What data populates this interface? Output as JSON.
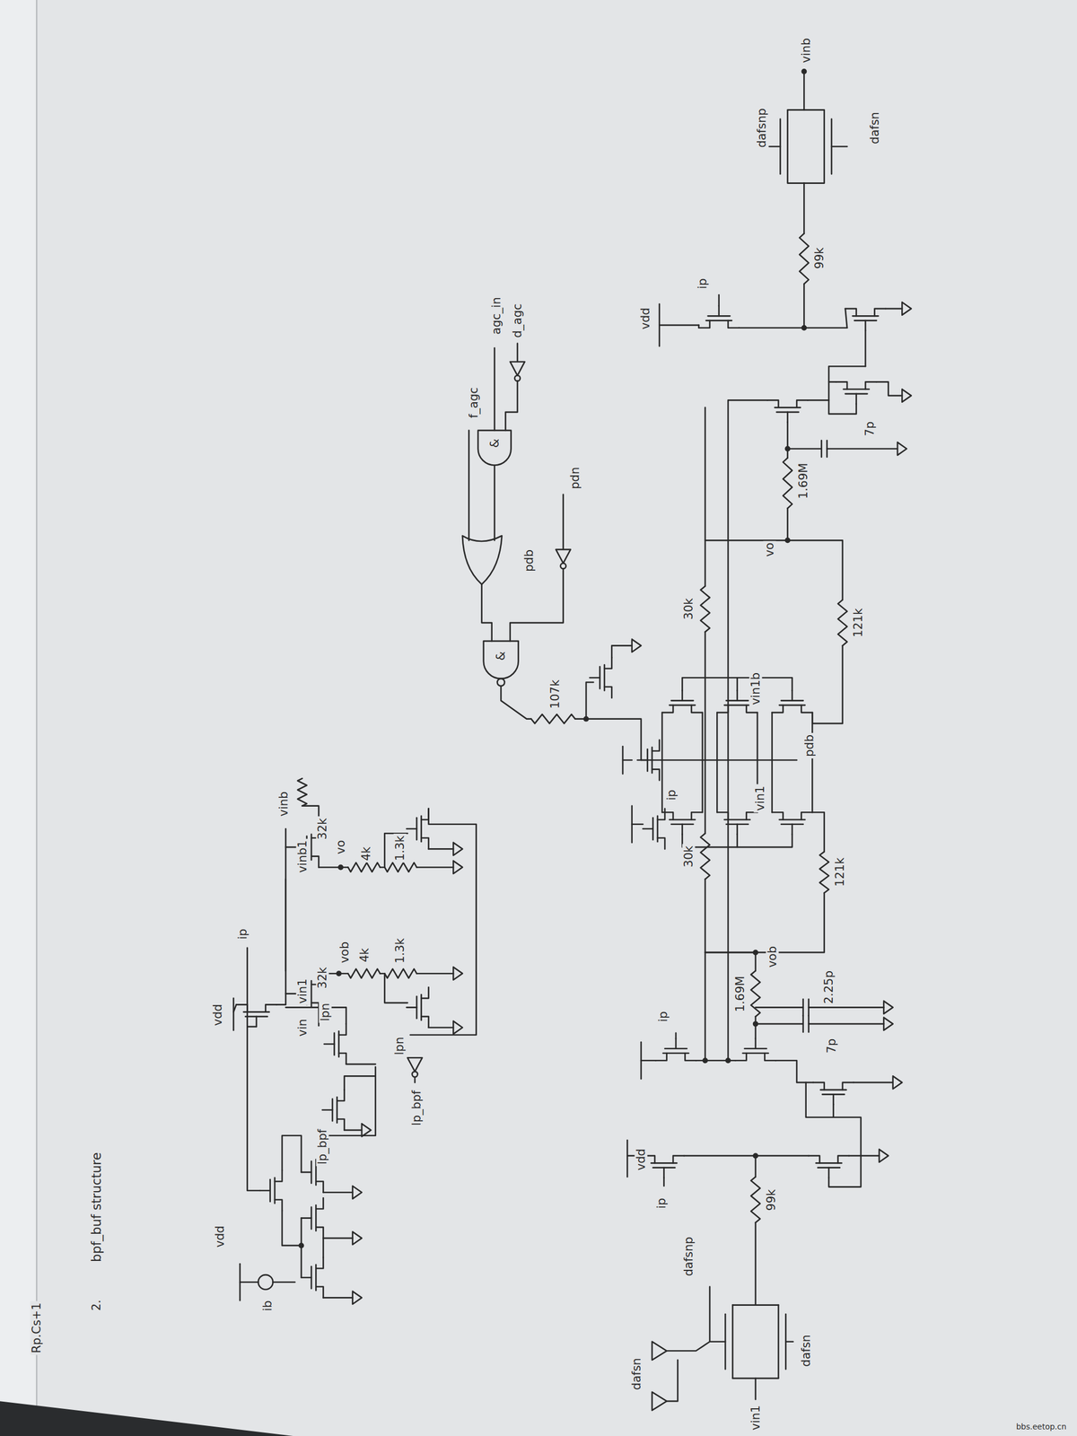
{
  "diagram": {
    "title": "bpf_buf structure",
    "labels": [
      "2.",
      "Rp.Cs+1",
      "vdd",
      "ib",
      "vdd",
      "ip",
      "lp_bpf",
      "vin",
      "vin1",
      "lpn",
      "32k",
      "vob",
      "4k",
      "1.3k",
      "lpn",
      "lp_bpf",
      "vinb",
      "vinb1",
      "32k",
      "vo",
      "4k",
      "1.3k",
      "f_agc",
      "agc_in",
      "d_agc",
      "&",
      "&",
      "pdb",
      "pdn",
      "107k",
      "vdd",
      "ip",
      "99k",
      "dafsnp",
      "dafsn",
      "vinb",
      "7p",
      "1.69M",
      "vo",
      "30k",
      "121k",
      "vin1b",
      "pdb",
      "ip",
      "vin1",
      "30k",
      "121k",
      "vob",
      "1.69M",
      "2.25p",
      "7p",
      "ip",
      "vdd",
      "ip",
      "99k",
      "dafsnp",
      "dafsn",
      "vin1",
      "dafsn",
      "bbs.eetop.cn"
    ]
  }
}
